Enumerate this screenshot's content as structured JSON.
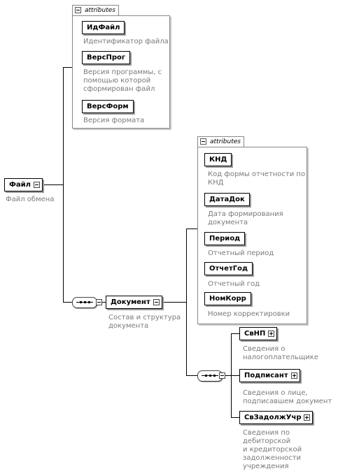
{
  "root": {
    "label": "Файл",
    "desc": "Файл обмена",
    "attributes": {
      "title": "attributes",
      "items": [
        {
          "label": "ИдФайл",
          "desc": "Идентификатор файла"
        },
        {
          "label": "ВерсПрог",
          "desc": "Версия программы, с\nпомощью которой\nсформирован файл"
        },
        {
          "label": "ВерсФорм",
          "desc": "Версия формата"
        }
      ]
    }
  },
  "document": {
    "label": "Документ",
    "desc": "Состав и структура\nдокумента",
    "attributes": {
      "title": "attributes",
      "items": [
        {
          "label": "КНД",
          "desc": "Код формы отчетности по\nКНД"
        },
        {
          "label": "ДатаДок",
          "desc": "Дата формирования\nдокумента"
        },
        {
          "label": "Период",
          "desc": "Отчетный период"
        },
        {
          "label": "ОтчетГод",
          "desc": "Отчетный год"
        },
        {
          "label": "НомКорр",
          "desc": "Номер корректировки"
        }
      ]
    },
    "children": [
      {
        "label": "СвНП",
        "desc": "Сведения о\nналогоплательщике"
      },
      {
        "label": "Подписант",
        "desc": "Сведения о лице,\nподписавшем документ"
      },
      {
        "label": "СвЗадолжУчр",
        "desc": "Сведения по дебиторской\nи кредиторской\nзадолженности\nучреждения"
      }
    ]
  }
}
